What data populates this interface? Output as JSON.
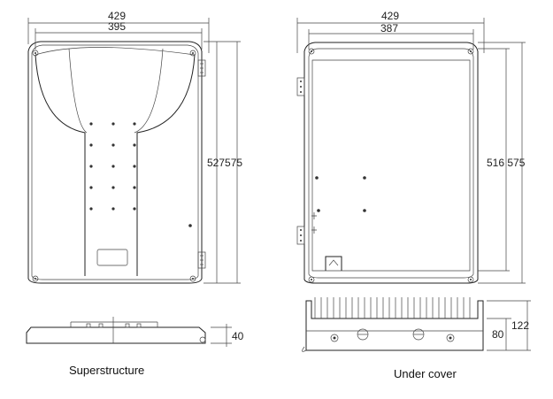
{
  "left_view": {
    "width_outer": "429",
    "width_inner": "395",
    "height_dims": "527575",
    "depth": "40",
    "caption": "Superstructure"
  },
  "right_view": {
    "width_outer": "429",
    "width_inner": "387",
    "height_dims": "516 575",
    "depth_total": "122",
    "depth_inner": "80",
    "caption": "Under cover"
  }
}
